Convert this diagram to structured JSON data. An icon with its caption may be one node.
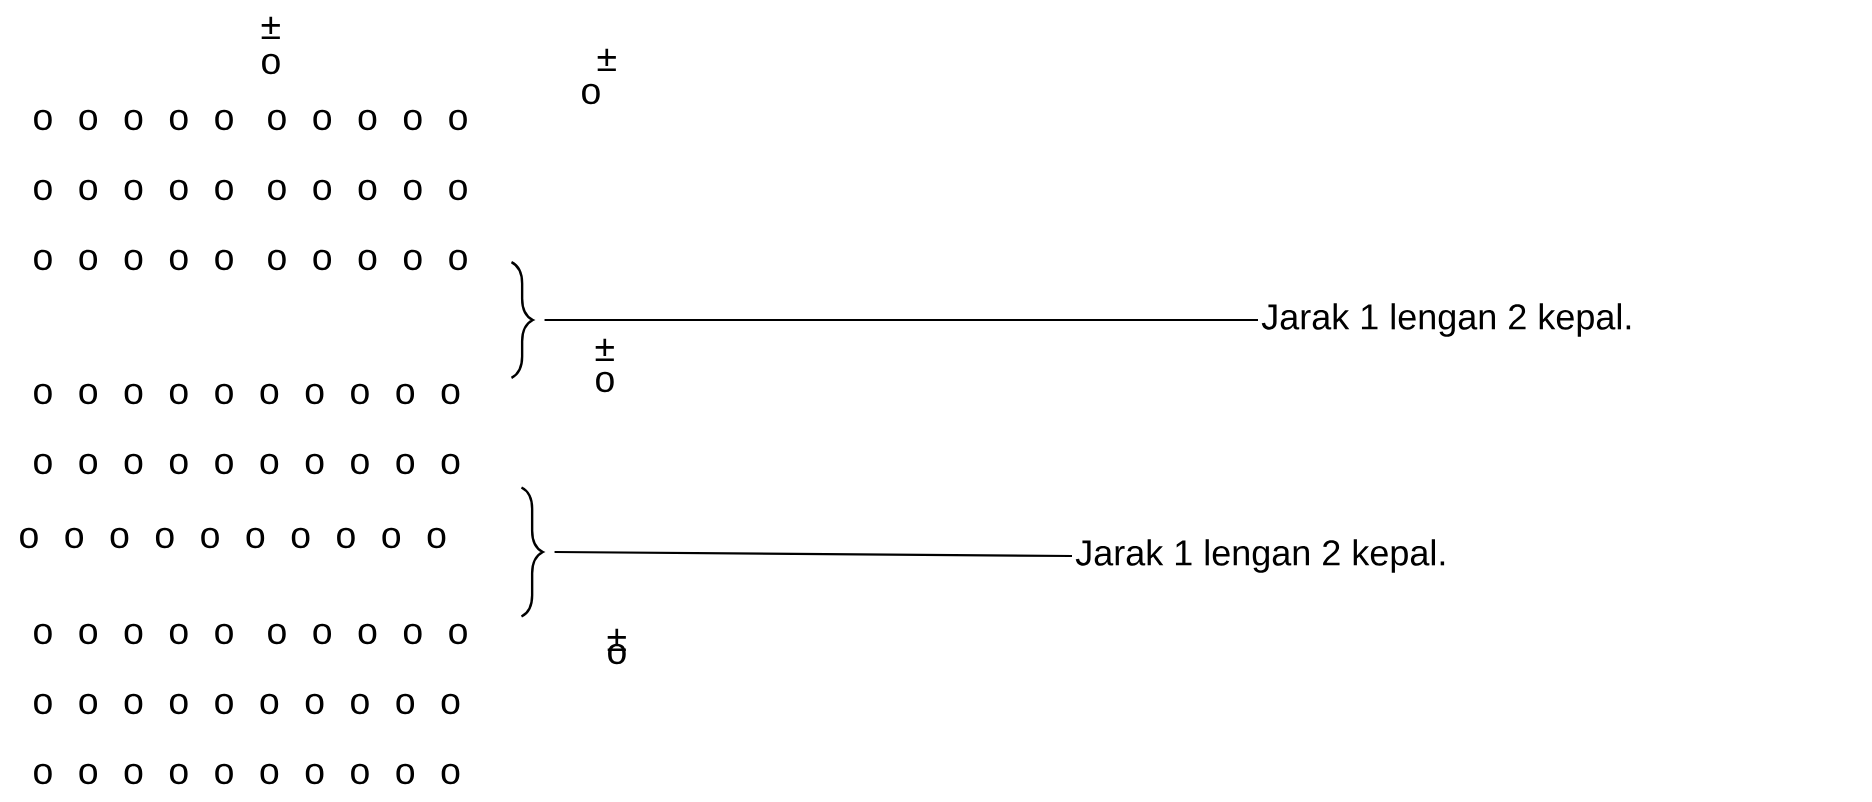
{
  "diagram": {
    "nodes": [
      {
        "text": [],
        "shape": "brace"
      },
      {
        "text": [
          "Jarak 1 lengan 2 kepal."
        ]
      },
      {
        "text": [],
        "shape": "brace"
      },
      {
        "text": [
          "Jarak 1 lengan 2 kepal."
        ]
      }
    ],
    "edges": [
      {
        "from": 1,
        "to": 0,
        "arrow": "none"
      },
      {
        "from": 3,
        "to": 2,
        "arrow": "none"
      }
    ],
    "labels": [
      "±",
      "o",
      "o o o o o",
      "o o o o o",
      "±",
      "o",
      "o o o o o",
      "o o o o o",
      "o o o o o",
      "o o o o o",
      "±",
      "o",
      "o o o o o o o o o o",
      "o o o o o o o o o o",
      "o o o o o o o o o o",
      "o o o o o",
      "o o o o o",
      "±",
      "o",
      "o o o o o o o o o o",
      "o o o o o o o o o o"
    ]
  }
}
